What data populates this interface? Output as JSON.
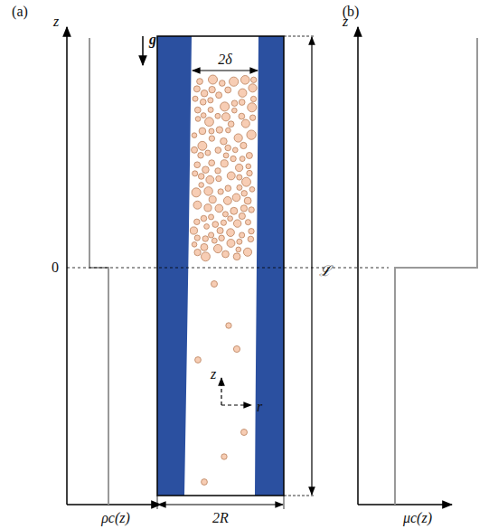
{
  "diagram": {
    "labels": [
      "(a)",
      "z",
      "0",
      "ρc(z)",
      "g",
      "2δ",
      "z",
      "r",
      "ℒ",
      "2R",
      "(b)",
      "z",
      "μc(z)"
    ]
  }
}
